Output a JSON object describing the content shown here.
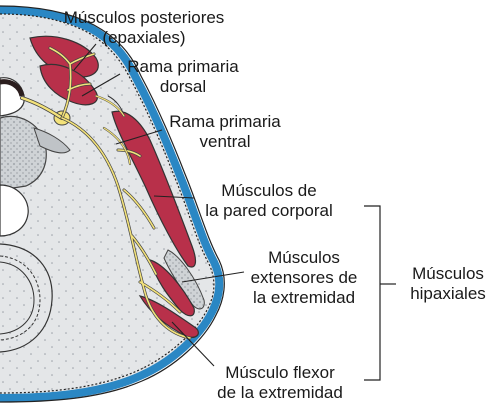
{
  "labels": {
    "posterior_muscles": {
      "line1": "Músculos posteriores",
      "line2": "(epaxiales)"
    },
    "dorsal_ramus": {
      "line1": "Rama primaria",
      "line2": "dorsal"
    },
    "ventral_ramus": {
      "line1": "Rama primaria",
      "line2": "ventral"
    },
    "body_wall_muscles": {
      "line1": "Músculos de",
      "line2": "la pared corporal"
    },
    "limb_extensors": {
      "line1": "Músculos",
      "line2": "extensores de",
      "line3": "la extremidad"
    },
    "limb_flexor": {
      "line1": "Músculo flexor",
      "line2": "de la extremidad"
    },
    "hypaxial_muscles": {
      "line1": "Músculos",
      "line2": "hipaxiales"
    }
  },
  "colors": {
    "skin_blue": "#2a87c4",
    "muscle_red": "#b8304a",
    "nerve_yellow": "#f3e27a",
    "tissue_gray": "#e4e6e8",
    "bone_gray": "#bfc3c7",
    "outline": "#222222"
  }
}
